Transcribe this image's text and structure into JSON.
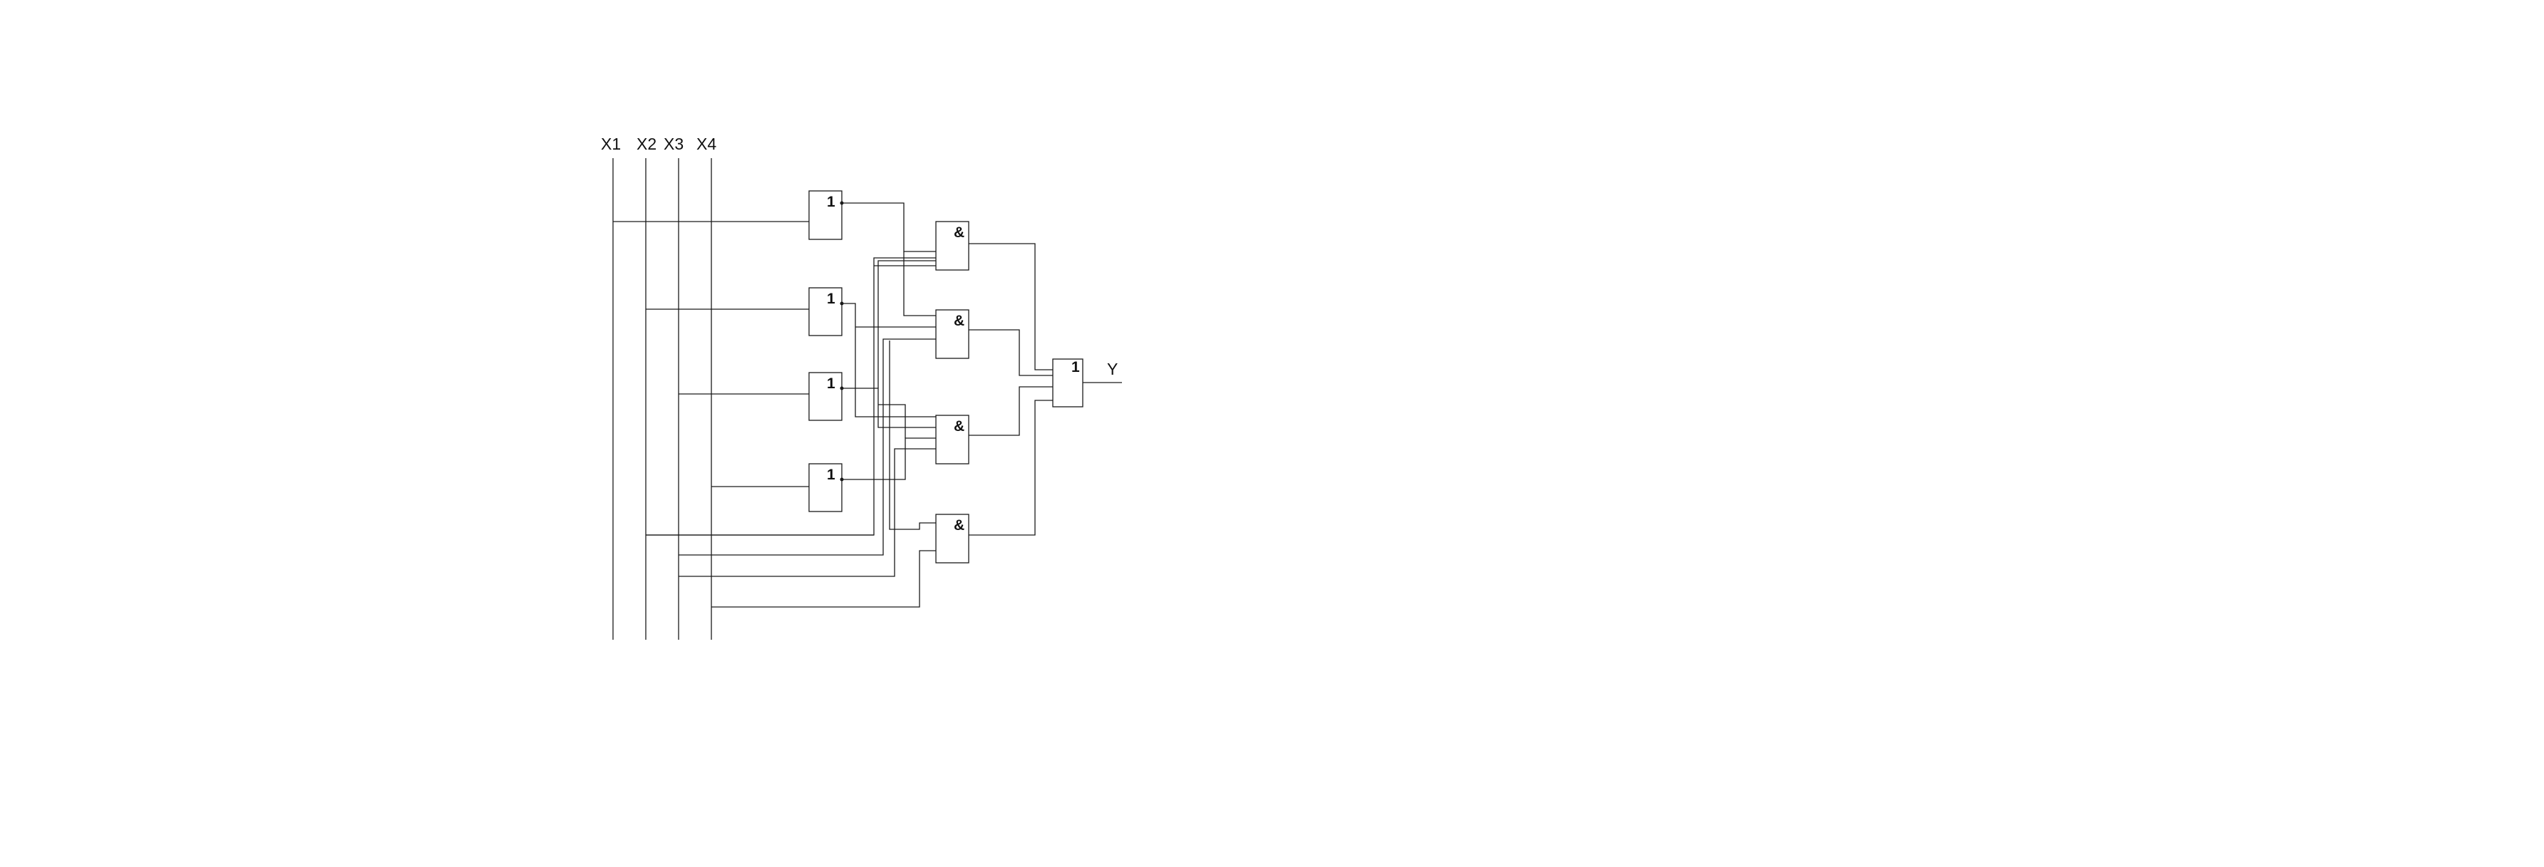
{
  "inputs": {
    "x1": "X1",
    "x2": "X2",
    "x3": "X3",
    "x4": "X4"
  },
  "output": "Y",
  "gates": {
    "not_symbol": "1",
    "and_symbol": "&",
    "or_symbol": "1"
  },
  "colors": {
    "line": "#1a1a1a",
    "background": "#ffffff"
  }
}
